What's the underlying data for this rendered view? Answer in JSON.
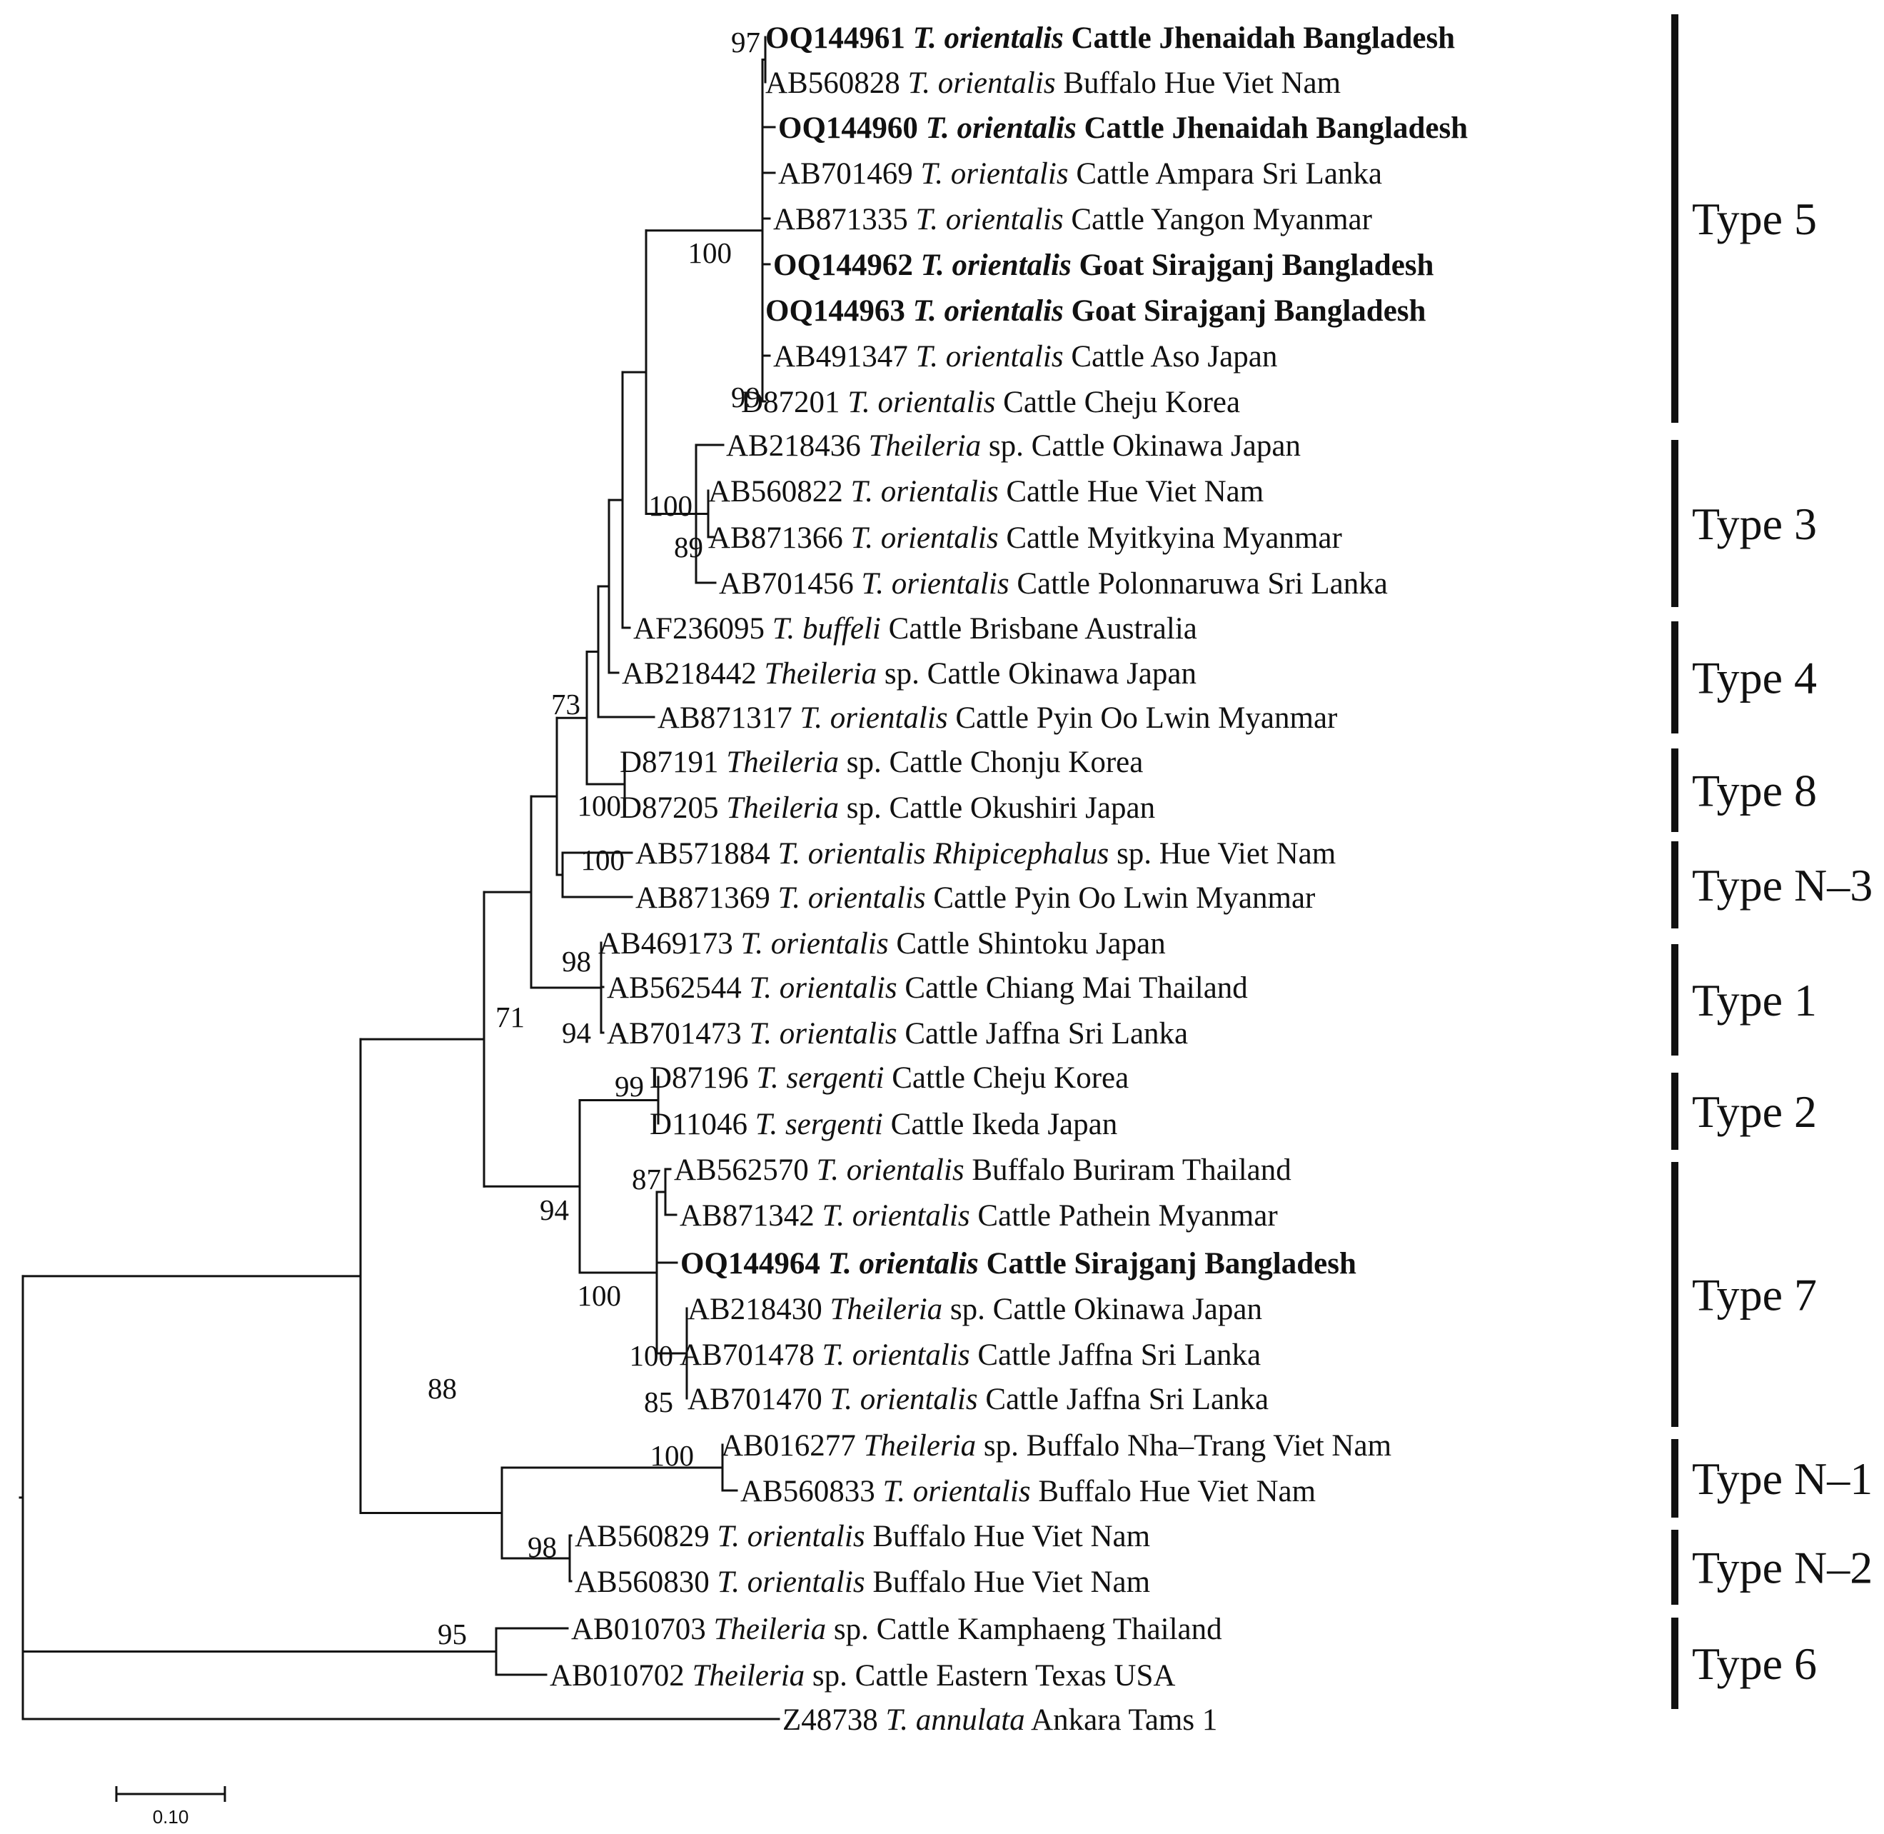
{
  "scale_bar": {
    "label": "0.10"
  },
  "leaves": [
    {
      "id": "OQ144961",
      "sp": "T. orientalis",
      "rest": "Cattle Jhenaidah Bangladesh",
      "bold": true
    },
    {
      "id": "AB560828",
      "sp": "T. orientalis",
      "rest": "Buffalo Hue Viet Nam",
      "bold": false
    },
    {
      "id": "OQ144960",
      "sp": "T. orientalis",
      "rest": "Cattle Jhenaidah Bangladesh",
      "bold": true
    },
    {
      "id": "AB701469",
      "sp": "T. orientalis",
      "rest": "Cattle Ampara Sri Lanka",
      "bold": false
    },
    {
      "id": "AB871335",
      "sp": "T. orientalis",
      "rest": "Cattle Yangon Myanmar",
      "bold": false
    },
    {
      "id": "OQ144962",
      "sp": "T. orientalis",
      "rest": "Goat Sirajganj Bangladesh",
      "bold": true
    },
    {
      "id": "OQ144963",
      "sp": "T. orientalis",
      "rest": "Goat Sirajganj Bangladesh",
      "bold": true
    },
    {
      "id": "AB491347",
      "sp": "T. orientalis",
      "rest": "Cattle Aso Japan",
      "bold": false
    },
    {
      "id": "D87201",
      "sp": "T. orientalis",
      "rest": "Cattle Cheju Korea",
      "bold": false
    },
    {
      "id": "AB218436",
      "sp": "Theileria",
      "rest": "sp. Cattle Okinawa Japan",
      "bold": false
    },
    {
      "id": "AB560822",
      "sp": "T. orientalis",
      "rest": "Cattle Hue Viet Nam",
      "bold": false
    },
    {
      "id": "AB871366",
      "sp": "T. orientalis",
      "rest": "Cattle Myitkyina Myanmar",
      "bold": false
    },
    {
      "id": "AB701456",
      "sp": "T. orientalis",
      "rest": "Cattle Polonnaruwa Sri Lanka",
      "bold": false
    },
    {
      "id": "AF236095",
      "sp": "T. buffeli",
      "rest": "Cattle Brisbane Australia",
      "bold": false
    },
    {
      "id": "AB218442",
      "sp": "Theileria",
      "rest": "sp. Cattle Okinawa Japan",
      "bold": false
    },
    {
      "id": "AB871317",
      "sp": "T. orientalis",
      "rest": "Cattle Pyin Oo Lwin Myanmar",
      "bold": false
    },
    {
      "id": "D87191",
      "sp": "Theileria",
      "rest": "sp. Cattle Chonju Korea",
      "bold": false
    },
    {
      "id": "D87205",
      "sp": "Theileria",
      "rest": "sp. Cattle Okushiri Japan",
      "bold": false
    },
    {
      "id": "AB571884",
      "sp": "T. orientalis Rhipicephalus",
      "rest": "sp. Hue Viet Nam",
      "bold": false
    },
    {
      "id": "AB871369",
      "sp": "T. orientalis",
      "rest": "Cattle  Pyin Oo Lwin Myanmar",
      "bold": false
    },
    {
      "id": "AB469173",
      "sp": "T. orientalis",
      "rest": "Cattle Shintoku Japan",
      "bold": false
    },
    {
      "id": "AB562544",
      "sp": "T. orientalis",
      "rest": "Cattle Chiang Mai Thailand",
      "bold": false
    },
    {
      "id": "AB701473",
      "sp": "T. orientalis",
      "rest": "Cattle Jaffna Sri Lanka",
      "bold": false
    },
    {
      "id": "D87196",
      "sp": "T. sergenti",
      "rest": "Cattle Cheju Korea",
      "bold": false
    },
    {
      "id": "D11046",
      "sp": "T. sergenti",
      "rest": "Cattle Ikeda Japan",
      "bold": false
    },
    {
      "id": "AB562570",
      "sp": "T. orientalis",
      "rest": "Buffalo Buriram Thailand",
      "bold": false
    },
    {
      "id": "AB871342",
      "sp": "T. orientalis",
      "rest": "Cattle  Pathein Myanmar",
      "bold": false
    },
    {
      "id": "OQ144964",
      "sp": "T. orientalis",
      "rest": "Cattle Sirajganj Bangladesh",
      "bold": true
    },
    {
      "id": "AB218430",
      "sp": "Theileria",
      "rest": "sp. Cattle Okinawa Japan",
      "bold": false
    },
    {
      "id": "AB701478",
      "sp": "T. orientalis",
      "rest": "Cattle Jaffna Sri Lanka",
      "bold": false
    },
    {
      "id": "AB701470",
      "sp": "T. orientalis",
      "rest": "Cattle Jaffna Sri Lanka",
      "bold": false
    },
    {
      "id": "AB016277",
      "sp": "Theileria",
      "rest": "sp. Buffalo Nha–Trang Viet Nam",
      "bold": false
    },
    {
      "id": "AB560833",
      "sp": "T. orientalis",
      "rest": "Buffalo Hue Viet Nam",
      "bold": false
    },
    {
      "id": "AB560829",
      "sp": "T. orientalis",
      "rest": "Buffalo Hue Viet Nam",
      "bold": false
    },
    {
      "id": "AB560830",
      "sp": "T. orientalis",
      "rest": "Buffalo Hue Viet Nam",
      "bold": false
    },
    {
      "id": "AB010703",
      "sp": "Theileria",
      "rest": "sp. Cattle Kamphaeng Thailand",
      "bold": false
    },
    {
      "id": "AB010702",
      "sp": "Theileria",
      "rest": "sp. Cattle Eastern Texas USA",
      "bold": false
    },
    {
      "id": "Z48738",
      "sp": "T. annulata",
      "rest": "Ankara Tams 1",
      "bold": false
    }
  ],
  "bootstrap": [
    "97",
    "99",
    "100",
    "100",
    "89",
    "73",
    "100",
    "100",
    "98",
    "94",
    "71",
    "99",
    "87",
    "100",
    "100",
    "85",
    "94",
    "100",
    "88",
    "98",
    "95"
  ],
  "types": [
    "Type 5",
    "Type 3",
    "Type 4",
    "Type 8",
    "Type N–3",
    "Type 1",
    "Type 2",
    "Type 7",
    "Type N–1",
    "Type N–2",
    "Type 6"
  ]
}
